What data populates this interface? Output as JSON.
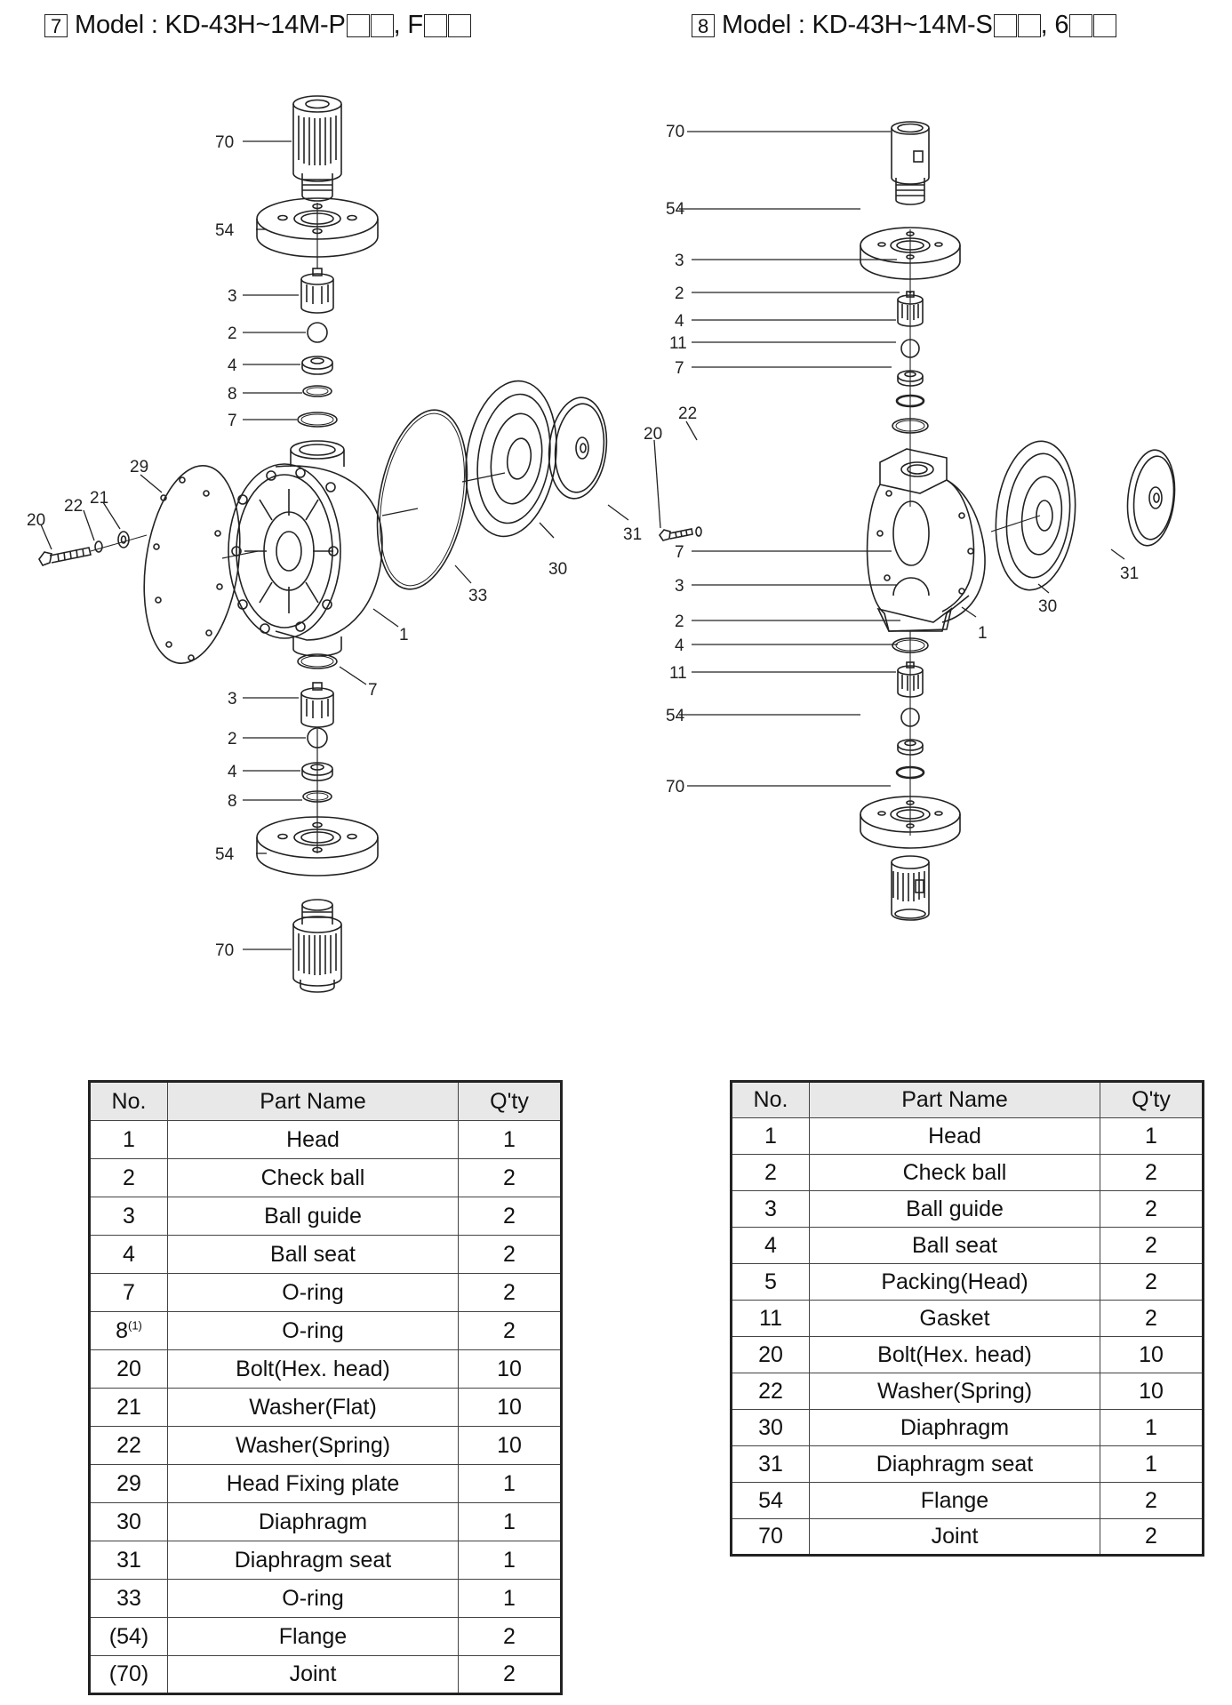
{
  "left": {
    "title_num": "7",
    "title_text": "Model : KD-43H~14M-P",
    "title_sep": ", F",
    "labels": [
      "70",
      "54",
      "3",
      "2",
      "4",
      "8",
      "7",
      "29",
      "22",
      "21",
      "20",
      "1",
      "33",
      "30",
      "31",
      "7",
      "3",
      "2",
      "4",
      "8",
      "54",
      "70"
    ],
    "table": {
      "headers": [
        "No.",
        "Part Name",
        "Q'ty"
      ],
      "rows": [
        {
          "no": "1",
          "name": "Head",
          "qty": "1",
          "sup": ""
        },
        {
          "no": "2",
          "name": "Check ball",
          "qty": "2",
          "sup": ""
        },
        {
          "no": "3",
          "name": "Ball guide",
          "qty": "2",
          "sup": ""
        },
        {
          "no": "4",
          "name": "Ball seat",
          "qty": "2",
          "sup": ""
        },
        {
          "no": "7",
          "name": "O-ring",
          "qty": "2",
          "sup": ""
        },
        {
          "no": "8",
          "name": "O-ring",
          "qty": "2",
          "sup": "(1)"
        },
        {
          "no": "20",
          "name": "Bolt(Hex. head)",
          "qty": "10",
          "sup": ""
        },
        {
          "no": "21",
          "name": "Washer(Flat)",
          "qty": "10",
          "sup": ""
        },
        {
          "no": "22",
          "name": "Washer(Spring)",
          "qty": "10",
          "sup": ""
        },
        {
          "no": "29",
          "name": "Head Fixing plate",
          "qty": "1",
          "sup": ""
        },
        {
          "no": "30",
          "name": "Diaphragm",
          "qty": "1",
          "sup": ""
        },
        {
          "no": "31",
          "name": "Diaphragm seat",
          "qty": "1",
          "sup": ""
        },
        {
          "no": "33",
          "name": "O-ring",
          "qty": "1",
          "sup": ""
        },
        {
          "no": "(54)",
          "name": "Flange",
          "qty": "2",
          "sup": ""
        },
        {
          "no": "(70)",
          "name": "Joint",
          "qty": "2",
          "sup": ""
        }
      ]
    }
  },
  "right": {
    "title_num": "8",
    "title_text": "Model : KD-43H~14M-S",
    "title_sep": ", 6",
    "labels": [
      "70",
      "54",
      "3",
      "2",
      "4",
      "11",
      "7",
      "22",
      "20",
      "1",
      "30",
      "31",
      "7",
      "3",
      "2",
      "4",
      "11",
      "54",
      "70"
    ],
    "table": {
      "headers": [
        "No.",
        "Part Name",
        "Q'ty"
      ],
      "rows": [
        {
          "no": "1",
          "name": "Head",
          "qty": "1",
          "sup": ""
        },
        {
          "no": "2",
          "name": "Check ball",
          "qty": "2",
          "sup": ""
        },
        {
          "no": "3",
          "name": "Ball guide",
          "qty": "2",
          "sup": ""
        },
        {
          "no": "4",
          "name": "Ball seat",
          "qty": "2",
          "sup": ""
        },
        {
          "no": "5",
          "name": "Packing(Head)",
          "qty": "2",
          "sup": ""
        },
        {
          "no": "11",
          "name": "Gasket",
          "qty": "2",
          "sup": ""
        },
        {
          "no": "20",
          "name": "Bolt(Hex. head)",
          "qty": "10",
          "sup": ""
        },
        {
          "no": "22",
          "name": "Washer(Spring)",
          "qty": "10",
          "sup": ""
        },
        {
          "no": "30",
          "name": "Diaphragm",
          "qty": "1",
          "sup": ""
        },
        {
          "no": "31",
          "name": "Diaphragm seat",
          "qty": "1",
          "sup": ""
        },
        {
          "no": "54",
          "name": "Flange",
          "qty": "2",
          "sup": ""
        },
        {
          "no": "70",
          "name": "Joint",
          "qty": "2",
          "sup": ""
        }
      ]
    }
  }
}
